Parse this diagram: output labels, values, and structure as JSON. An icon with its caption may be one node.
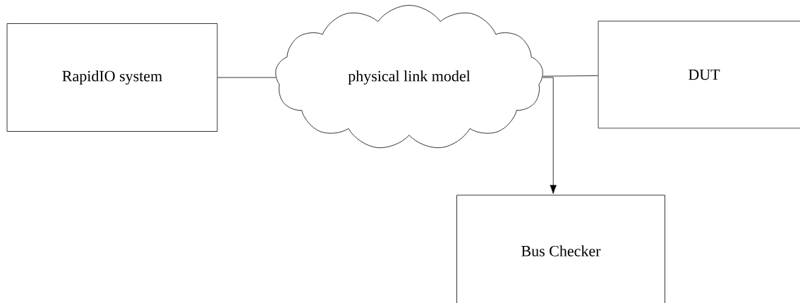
{
  "diagram": {
    "nodes": [
      {
        "text": [
          "RapidIO system"
        ]
      },
      {
        "text": [
          "physical link model"
        ]
      },
      {
        "text": [
          "DUT"
        ]
      },
      {
        "text": [
          "Bus Checker"
        ]
      }
    ],
    "edges": [
      {
        "from": 0,
        "to": 1,
        "arrow": "none"
      },
      {
        "from": 1,
        "to": 2,
        "arrow": "none"
      },
      {
        "from": 1,
        "to": 3,
        "arrow": "to"
      }
    ]
  }
}
